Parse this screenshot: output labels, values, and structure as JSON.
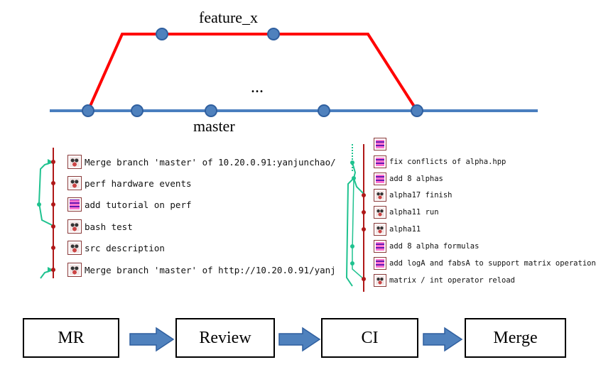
{
  "branch_diagram": {
    "feature_label": "feature_x",
    "master_label": "master",
    "ellipsis": "..."
  },
  "left_log": {
    "commits": [
      "Merge branch 'master' of 10.20.0.91:yanjunchao/",
      "perf hardware events",
      "add tutorial on perf",
      "bash test",
      "src description",
      "Merge branch 'master' of http://10.20.0.91/yanj"
    ]
  },
  "right_log": {
    "commits": [
      "fix conflicts of alpha.hpp",
      "add 8 alphas",
      "alpha17 finish",
      "alpha11 run",
      "alpha11",
      "add 8 alpha formulas",
      "add logA and fabsA to support matrix operation",
      "matrix / int operator reload"
    ]
  },
  "workflow": {
    "steps": [
      "MR",
      "Review",
      "CI",
      "Merge"
    ]
  },
  "colors": {
    "master_line": "#4a7ebf",
    "feature_line": "#ff0000",
    "node_fill": "#4f81bd",
    "node_stroke": "#2f5f9f",
    "graph_red": "#b01818",
    "graph_green": "#1fc28f",
    "arrow_fill": "#4f81bd"
  }
}
